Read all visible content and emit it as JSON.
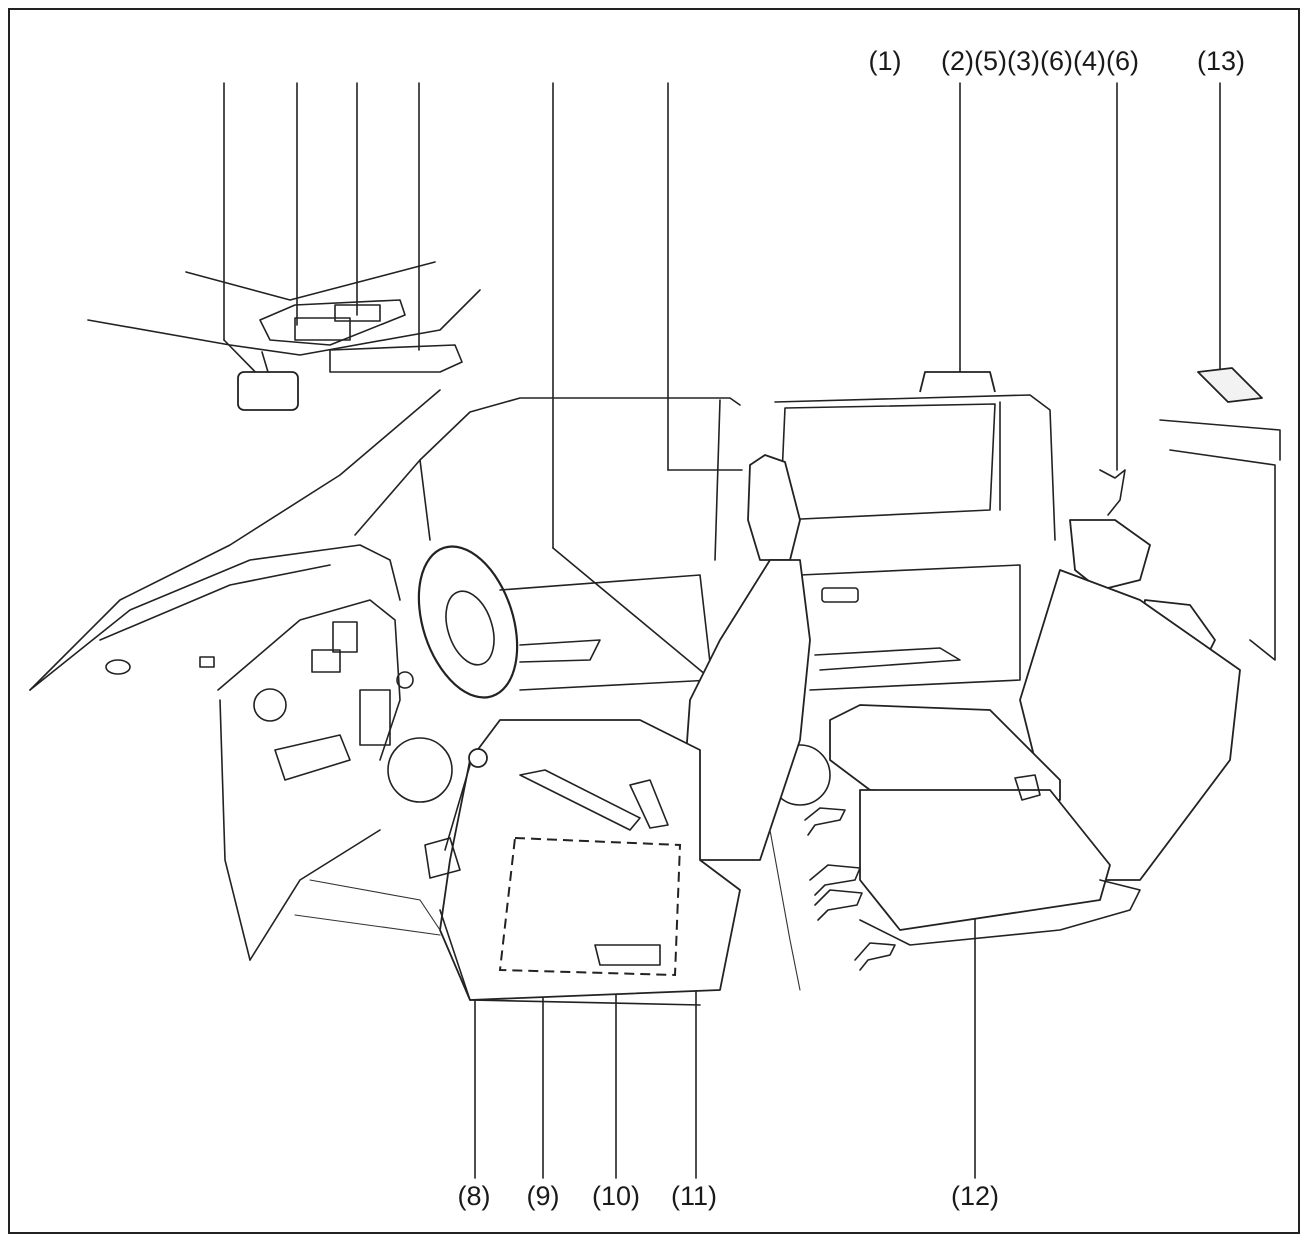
{
  "figure": {
    "callouts_top": [
      {
        "id": "c1",
        "label": "(1)"
      },
      {
        "id": "c2",
        "label": "(2)(5)(3)(6)(4)(6)"
      },
      {
        "id": "c13",
        "label": "(13)"
      }
    ],
    "callouts_bottom": [
      {
        "id": "c8",
        "label": "(8)"
      },
      {
        "id": "c9",
        "label": "(9)"
      },
      {
        "id": "c10",
        "label": "(10)"
      },
      {
        "id": "c11",
        "label": "(11)"
      },
      {
        "id": "c12",
        "label": "(12)"
      }
    ],
    "line_color": "#222222"
  }
}
